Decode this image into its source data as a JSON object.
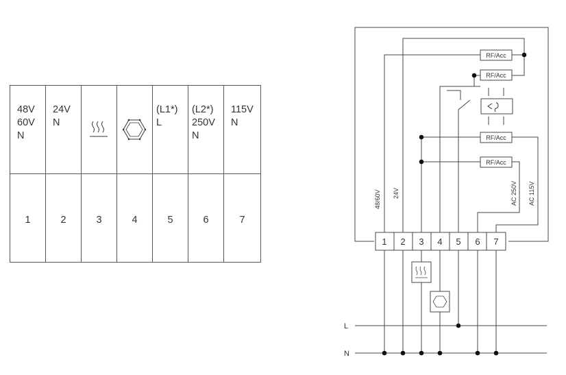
{
  "table": {
    "columns": [
      {
        "header": "48V\n60V\nN",
        "number": "1"
      },
      {
        "header": "24V\nN",
        "number": "2"
      },
      {
        "header": "",
        "icon": "heater-icon",
        "number": "3"
      },
      {
        "header": "",
        "icon": "fan-icon",
        "number": "4"
      },
      {
        "header": "(L1*)\nL",
        "number": "5"
      },
      {
        "header": "(L2*)\n250V\nN",
        "number": "6"
      },
      {
        "header": "115V\nN",
        "number": "7"
      }
    ]
  },
  "diagram": {
    "modules": [
      "RF/Acc",
      "RF/Acc",
      "RF/Acc",
      "RF/Acc"
    ],
    "terminals": [
      "1",
      "2",
      "3",
      "4",
      "5",
      "6",
      "7"
    ],
    "wire_labels": [
      "48/60V",
      "24V",
      "AC 250V",
      "AC 115V"
    ],
    "lines": [
      "L",
      "N"
    ]
  }
}
